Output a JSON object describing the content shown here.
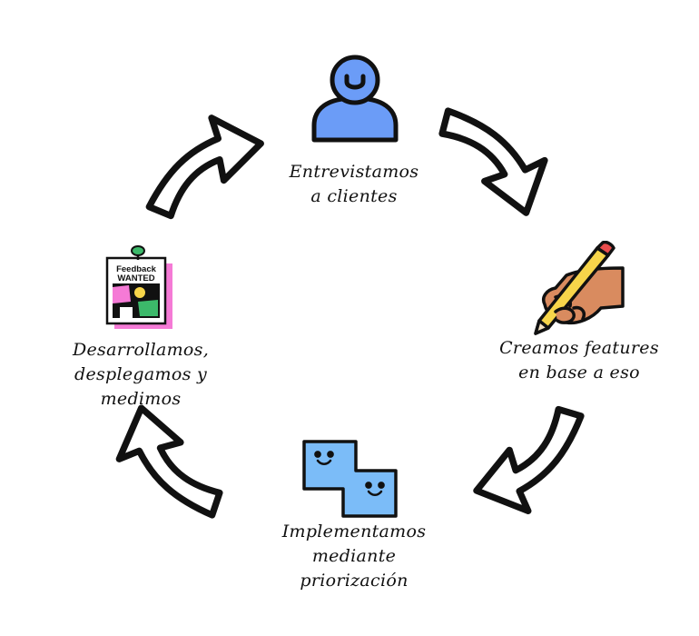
{
  "steps": [
    {
      "id": "interview",
      "lines": [
        "Entrevistamos",
        "a clientes"
      ],
      "icon": "person-icon"
    },
    {
      "id": "create",
      "lines": [
        "Creamos features",
        "en base a eso"
      ],
      "icon": "hand-writing-pencil-icon"
    },
    {
      "id": "implement",
      "lines": [
        "Implementamos",
        "mediante",
        "priorización"
      ],
      "icon": "smiling-blocks-icon"
    },
    {
      "id": "develop",
      "lines": [
        "Desarrollamos,",
        "desplegamos y",
        "medimos"
      ],
      "icon": "feedback-wanted-poster-icon"
    }
  ],
  "poster": {
    "line1": "Feedback",
    "line2": "WANTED"
  },
  "colors": {
    "person": "#6b9cf7",
    "blocks": "#7bbcf8",
    "skin": "#d98b5f",
    "pencil": "#f7d54a",
    "pencil_tip": "#e94c4c",
    "poster_pink": "#f57ad6",
    "poster_green": "#3cb96a",
    "poster_yellow": "#f7d54a",
    "pin": "#3cb96a",
    "stroke": "#111111"
  }
}
